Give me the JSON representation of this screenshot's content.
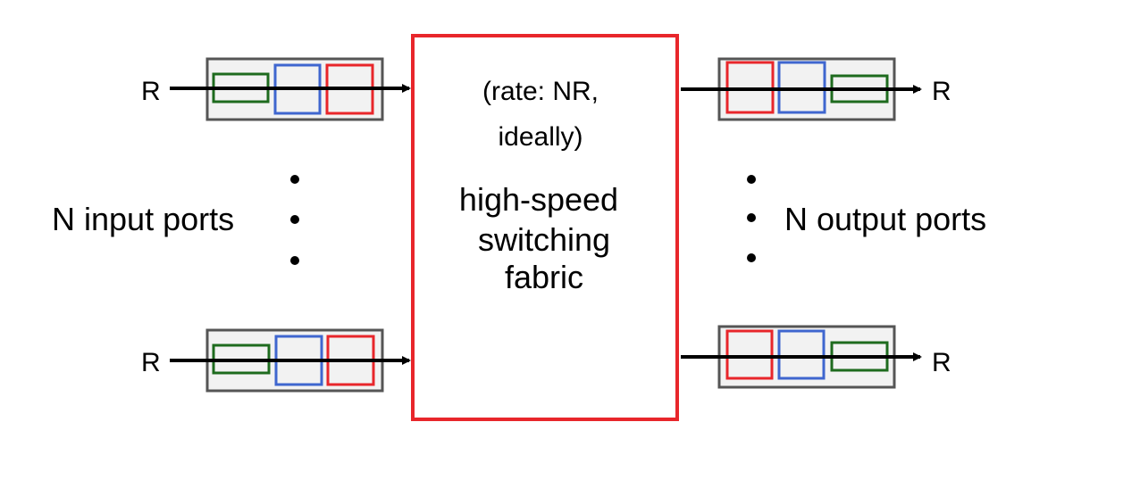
{
  "fabric": {
    "rate_line1": "(rate: NR,",
    "rate_line2": "ideally)",
    "title_line1": "high-speed",
    "title_line2": "switching",
    "title_line3": "fabric"
  },
  "inputs": {
    "label": "N input ports",
    "top_rate": "R",
    "bottom_rate": "R"
  },
  "outputs": {
    "label": "N output ports",
    "top_rate": "R",
    "bottom_rate": "R"
  },
  "colors": {
    "fabric_border": "#e8262b",
    "queue_border": "#555555",
    "queue_fill": "#f2f2f2",
    "packet_green": "#1e6b1e",
    "packet_blue": "#3f66cf",
    "packet_red": "#e8262b",
    "arrow": "#000000"
  }
}
